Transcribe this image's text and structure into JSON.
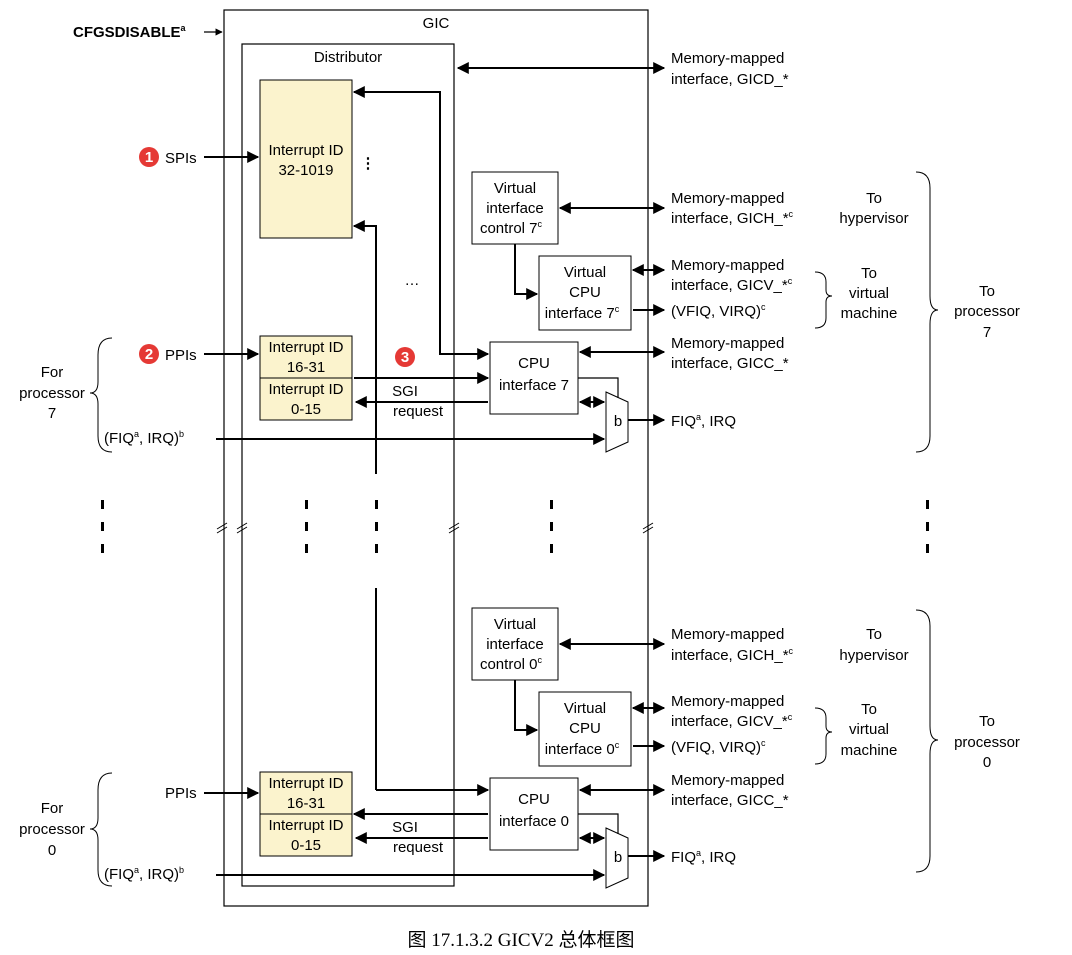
{
  "diagram": {
    "gic_title": "GIC",
    "cfgsdisable": "CFGSDISABLE",
    "sup_a": "a",
    "sup_b": "b",
    "sup_c": "c",
    "distributor_title": "Distributor",
    "spi_block": {
      "line1": "Interrupt ID",
      "line2": "32-1019"
    },
    "markers": [
      "1",
      "2",
      "3"
    ],
    "spis": "SPIs",
    "ppis": "PPIs",
    "ppi_block": {
      "line1": "Interrupt ID",
      "line2": "16-31"
    },
    "sgi_block": {
      "line1": "Interrupt ID",
      "line2": "0-15"
    },
    "sgi_request": {
      "line1": "SGI",
      "line2": "request"
    },
    "fiq_irq_in": {
      "open": "(FIQ",
      "mid": ", IRQ)"
    },
    "for_processor": "For",
    "processor_word": "processor",
    "proc7": "7",
    "proc0": "0",
    "cpu_interface": {
      "line1": "CPU",
      "line2_7": "interface 7",
      "line2_0": "interface 0"
    },
    "virtual_interface_control": {
      "line1": "Virtual",
      "line2": "interface",
      "line3_7": "control 7",
      "line3_0": "control 0"
    },
    "virtual_cpu_interface": {
      "line1": "Virtual",
      "line2": "CPU",
      "line3_7": "interface 7",
      "line3_0": "interface 0"
    },
    "mux_label": "b",
    "memory_mapped": "Memory-mapped",
    "gicd": "interface, GICD_*",
    "gich": "interface, GICH_*",
    "gicv": "interface, GICV_*",
    "gicc": "interface, GICC_*",
    "vfiq": "(VFIQ, VIRQ)",
    "fiq_out": {
      "pre": "FIQ",
      "post": ", IRQ"
    },
    "to_hypervisor": {
      "line1": "To",
      "line2": "hypervisor"
    },
    "to_vm": {
      "line1": "To",
      "line2": "virtual",
      "line3": "machine"
    },
    "to_processor": {
      "line1": "To",
      "line2": "processor"
    },
    "ellipsis": "…",
    "caption": "图 17.1.3.2 GICV2 总体框图"
  },
  "colors": {
    "line": "#000000",
    "block_fill": "#fbf3cd",
    "marker_fill": "#e53935"
  }
}
